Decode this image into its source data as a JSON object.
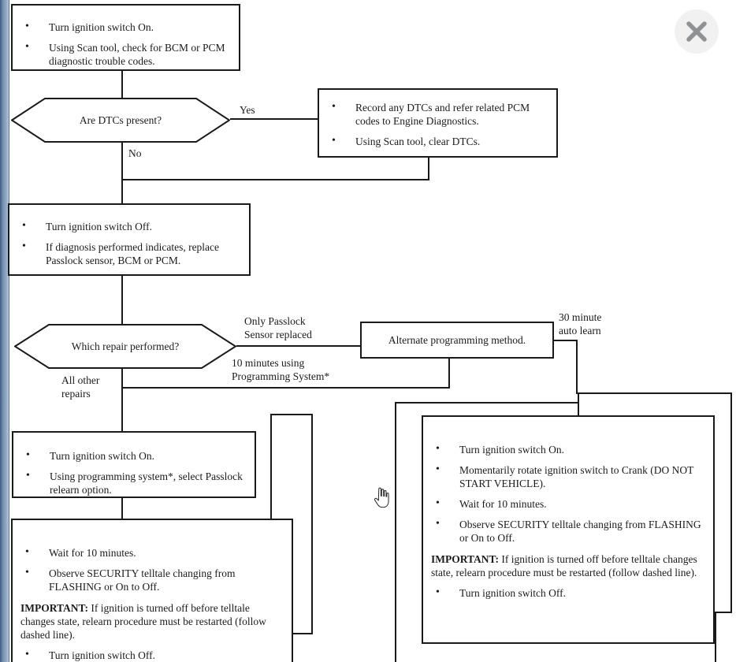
{
  "window": {
    "close_button_icon": "x-close"
  },
  "flowchart": {
    "box_check": {
      "items": [
        "Turn ignition switch On.",
        "Using Scan tool, check for BCM or PCM diagnostic trouble codes."
      ]
    },
    "decision_dtcs": {
      "question": "Are DTCs present?",
      "yes_label": "Yes",
      "no_label": "No"
    },
    "box_record": {
      "items": [
        "Record any DTCs and refer related PCM codes to Engine Diagnostics.",
        "Using Scan tool, clear DTCs."
      ]
    },
    "box_diagnosis": {
      "items": [
        "Turn ignition switch Off.",
        "If diagnosis performed indicates, replace Passlock sensor, BCM or PCM."
      ]
    },
    "decision_repair": {
      "question": "Which repair performed?",
      "branch_sensor": "Only Passlock\nSensor replaced",
      "branch_programming": "10 minutes using\nProgramming System*",
      "branch_all_other": "All other\nrepairs",
      "branch_auto_learn": "30 minute\nauto learn"
    },
    "box_alternate": {
      "label": "Alternate programming method."
    },
    "box_relearn": {
      "items": [
        "Turn ignition switch On.",
        "Using programming system*, select Passlock relearn option."
      ]
    },
    "box_wait_left": {
      "items": [
        "Wait for 10 minutes.",
        "Observe SECURITY telltale changing from FLASHING or On to Off."
      ],
      "important_label": "IMPORTANT:",
      "important_text": " If ignition is turned off before telltale changes state, relearn procedure must be restarted (follow dashed line).",
      "items_after": [
        "Turn ignition switch Off."
      ]
    },
    "box_crank_right": {
      "items": [
        "Turn ignition switch On.",
        "Momentarily rotate ignition switch to Crank (DO NOT START VEHICLE).",
        "Wait for 10 minutes.",
        "Observe SECURITY telltale changing from FLASHING or On to Off."
      ],
      "important_label": "IMPORTANT:",
      "important_text": " If ignition is turned off before telltale changes state, relearn procedure must be restarted (follow dashed line).",
      "items_after": [
        "Turn ignition switch Off."
      ]
    }
  }
}
